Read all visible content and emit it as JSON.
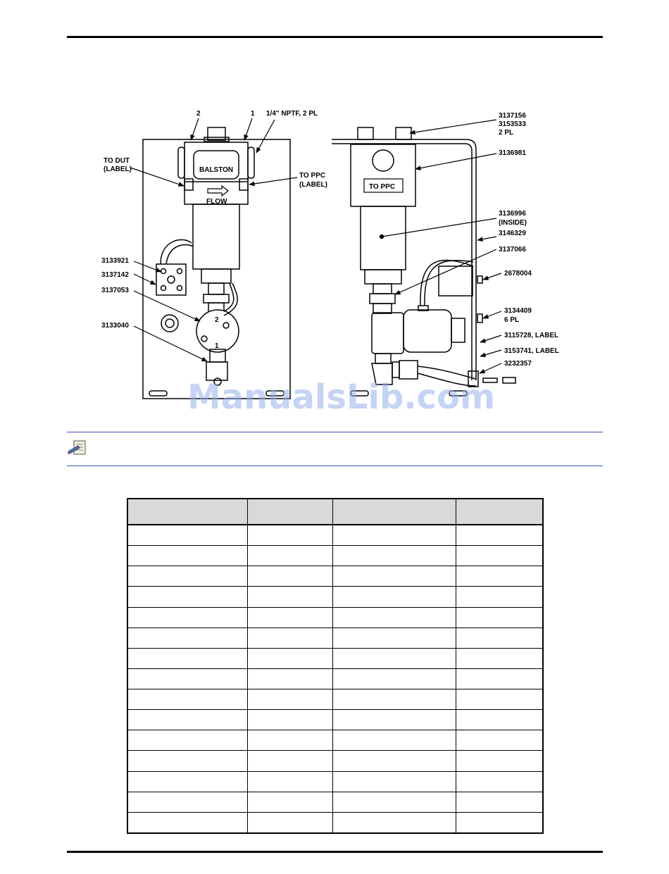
{
  "diagram": {
    "left": {
      "callout_2": "2",
      "callout_1": "1",
      "nptf": "1/4\" NPTF, 2 PL",
      "to_dut": "TO DUT",
      "to_dut_label": "(LABEL)",
      "to_ppc": "TO PPC",
      "to_ppc_label": "(LABEL)",
      "balston": "BALSTON",
      "flow": "FLOW",
      "pn_3133921": "3133921",
      "pn_3137142": "3137142",
      "pn_3137053": "3137053",
      "pn_3133040": "3133040",
      "port_2": "2",
      "port_1": "1"
    },
    "right": {
      "pn_3137156": "3137156",
      "pn_3153533": "3153533",
      "pl_2": "2 PL",
      "pn_3136981": "3136981",
      "to_ppc": "TO PPC",
      "pn_3136996": "3136996",
      "inside": "(INSIDE)",
      "pn_3146329": "3146329",
      "pn_3137066": "3137066",
      "pn_2678004": "2678004",
      "pn_3134409": "3134409",
      "pl_6": "6 PL",
      "pn_3115728": "3115728, LABEL",
      "pn_3153741": "3153741, LABEL",
      "pn_3232357": "3232357"
    }
  },
  "watermark": "ManualsLib.com"
}
